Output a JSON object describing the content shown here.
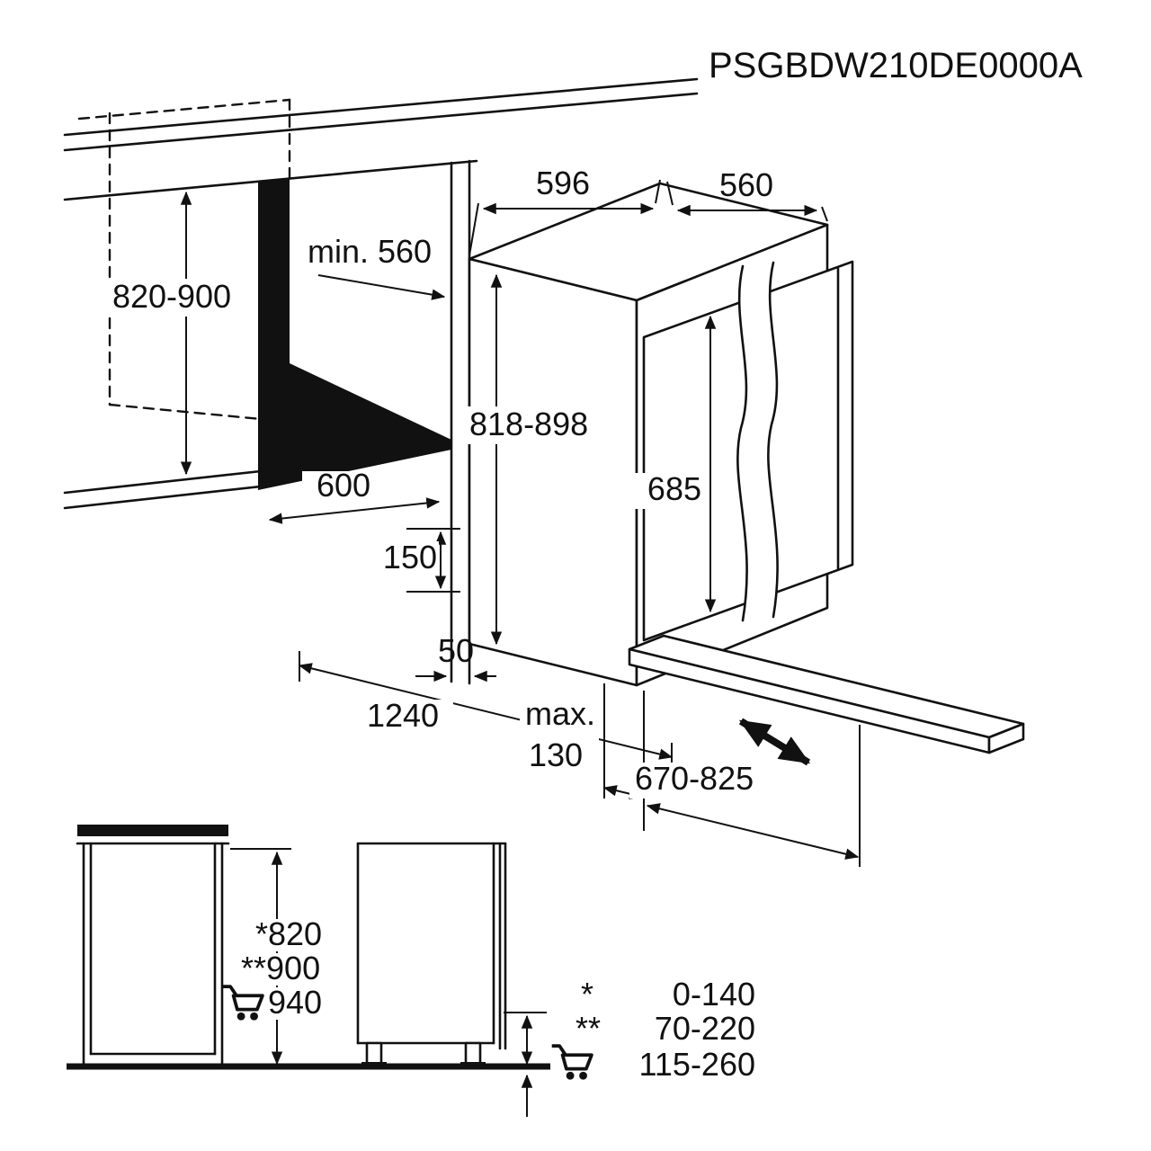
{
  "product_code": "PSGBDW210DE0000A",
  "iso_dims": {
    "niche_height": "820-900",
    "niche_depth_min": "min. 560",
    "niche_width": "600",
    "appliance_width": "596",
    "appliance_depth": "560",
    "appliance_height": "818-898",
    "door_panel_height": "685",
    "plinth_height": "150",
    "front_gap": "50",
    "pullout_depth_total": "1240",
    "plinth_recess_max_word": "max.",
    "plinth_recess_max_value": "130",
    "plinth_board_range": "670-825"
  },
  "side_views": {
    "height_star": "*820",
    "height_double_star": "**900",
    "height_with_feet": "940"
  },
  "legend": {
    "star": "*",
    "star_range": "0-140",
    "double_star": "**",
    "double_star_range": "70-220",
    "cart_range": "115-260"
  }
}
